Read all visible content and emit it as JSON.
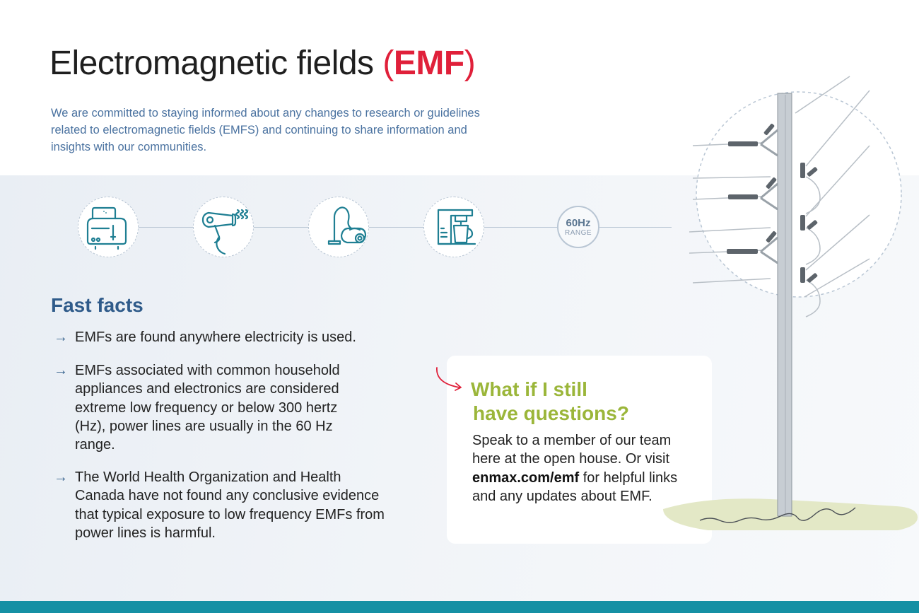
{
  "header": {
    "title_main": "Electromagnetic fields ",
    "title_open": "(",
    "title_accent": "EMF",
    "title_close": ")",
    "intro": "We are committed to staying informed about any changes to research or guidelines related to electromagnetic fields (EMFS) and continuing to share information and insights with our communities."
  },
  "icons": [
    {
      "name": "toaster-icon"
    },
    {
      "name": "hair-dryer-icon"
    },
    {
      "name": "vacuum-cleaner-icon"
    },
    {
      "name": "coffee-maker-icon"
    },
    {
      "name": "power-pole-icon"
    }
  ],
  "frequency_badge": {
    "value": "60Hz",
    "label": "RANGE"
  },
  "fast_facts": {
    "heading": "Fast facts",
    "items": [
      "EMFs are found anywhere electricity is used.",
      "EMFs associated with common household appliances and electronics are considered extreme low frequency or below 300 hertz (Hz), power lines are usually in the 60 Hz range.",
      "The World Health Organization and Health Canada have not found any conclusive evidence that typical exposure to low frequency EMFs from power lines is harmful."
    ]
  },
  "questions": {
    "title_line1": "What if I still",
    "title_line2": "have questions?",
    "body_before": "Speak to a member of our team here at the open house. Or visit ",
    "link": "enmax.com/emf",
    "body_after": " for helpful links and any updates about EMF."
  },
  "colors": {
    "accent_red": "#e0203a",
    "heading_blue": "#2f5b8a",
    "intro_blue": "#4a72a0",
    "icon_teal": "#1f7f93",
    "question_green": "#9bb63a",
    "footer_teal": "#1590a4"
  }
}
